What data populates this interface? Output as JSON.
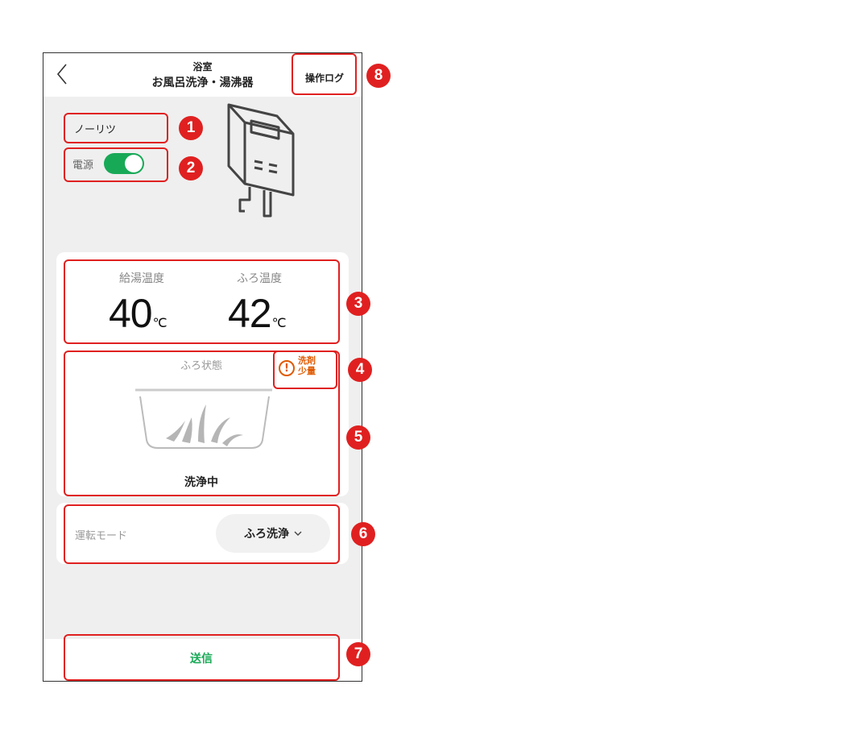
{
  "header": {
    "back_icon": "chevron-left-icon",
    "subtitle": "浴室",
    "title": "お風呂洗浄・湯沸器",
    "log_button": "操作ログ"
  },
  "device": {
    "brand": "ノーリツ",
    "power_label": "電源",
    "power_on": true,
    "icon": "water-heater-icon"
  },
  "temperatures": {
    "hot_water_label": "給湯温度",
    "hot_water_value": "40",
    "bath_label": "ふろ温度",
    "bath_value": "42",
    "unit": "℃"
  },
  "bath": {
    "state_label": "ふろ状態",
    "warning_text_1": "洗剤",
    "warning_text_2": "少量",
    "warning_icon": "!",
    "status": "洗浄中"
  },
  "mode": {
    "label": "運転モード",
    "selected": "ふろ洗浄"
  },
  "send_button": "送信",
  "annotations": {
    "markers": [
      "1",
      "2",
      "3",
      "4",
      "5",
      "6",
      "7",
      "8"
    ],
    "color": "#e02020"
  },
  "colors": {
    "accent_green": "#18a957",
    "warning_orange": "#e05a00"
  }
}
